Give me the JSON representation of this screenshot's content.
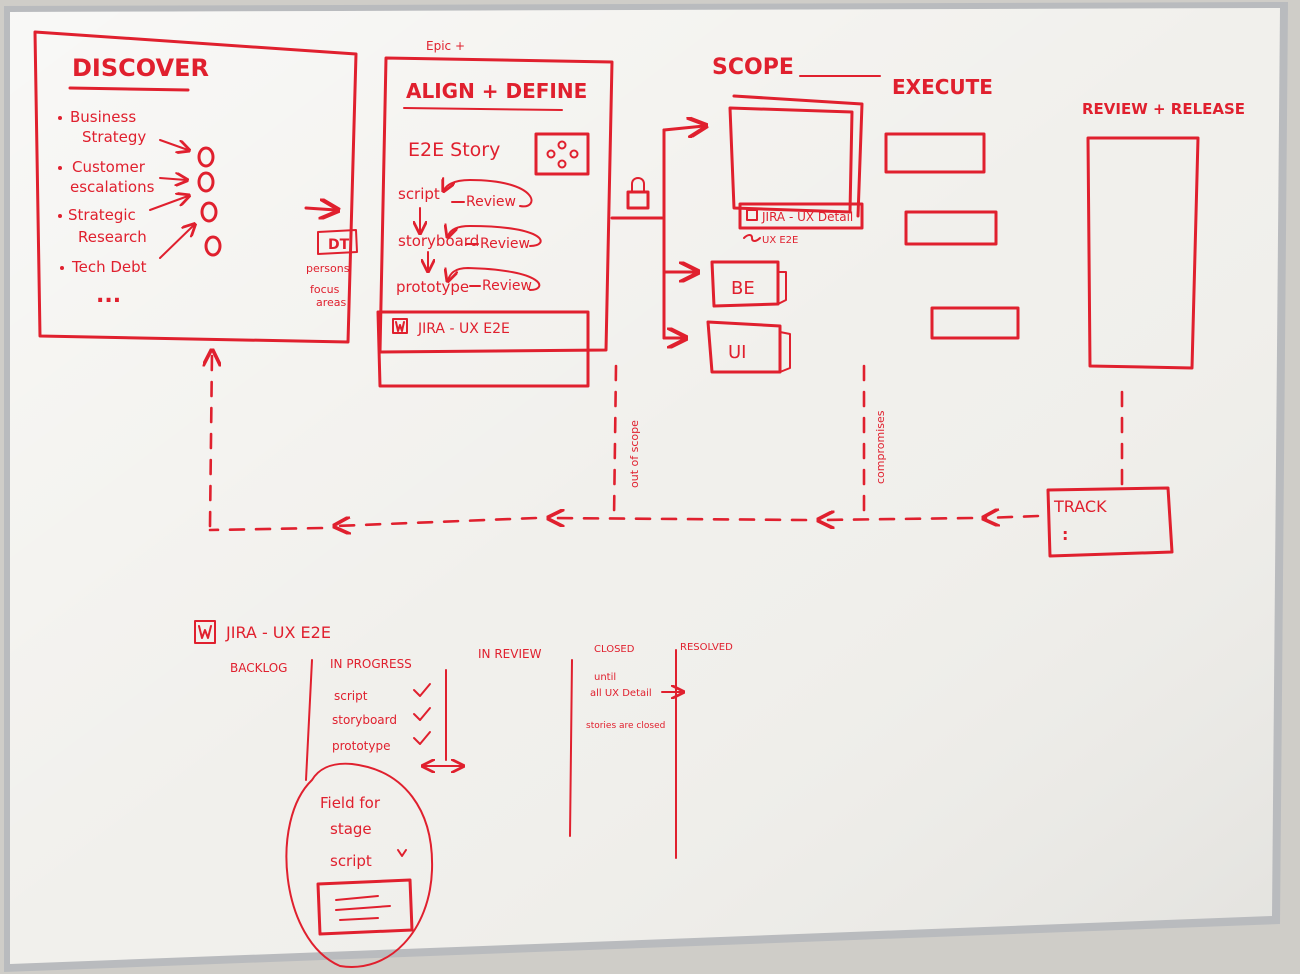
{
  "whiteboard": {
    "ink_color": "#e0202e",
    "board_color": "#f1f0ec",
    "frame_color": "#b9bbbe",
    "wall_color": "#cfcdc8",
    "discover": {
      "title": "DISCOVER",
      "items": [
        "Business",
        "Strategy",
        "Customer",
        "escalations",
        "Strategic",
        "Research",
        "Tech Debt"
      ],
      "ellipsis": "..."
    },
    "dt": {
      "label": "DT",
      "notes": [
        "persons",
        "focus",
        "areas"
      ]
    },
    "align": {
      "epic": "Epic +",
      "title": "ALIGN + DEFINE",
      "story": "E2E Story",
      "steps": [
        "script",
        "storyboard",
        "prototype"
      ],
      "review": "Review",
      "jira": "JIRA - UX E2E"
    },
    "scope": {
      "title": "SCOPE",
      "jira_detail": "JIRA - UX Detail",
      "ux_e2e": "UX E2E",
      "be": "BE",
      "ui": "UI"
    },
    "execute": {
      "title": "EXECUTE"
    },
    "release": {
      "title": "REVIEW + RELEASE"
    },
    "track": {
      "title": "TRACK",
      "dots": ":"
    },
    "feedback": {
      "out_of_scope": "out of scope",
      "compromises": "compromises"
    },
    "jira_board": {
      "title": "JIRA - UX E2E",
      "columns": [
        "BACKLOG",
        "IN PROGRESS",
        "IN REVIEW",
        "CLOSED",
        "RESOLVED"
      ],
      "in_progress_items": [
        "script",
        "storyboard",
        "prototype"
      ],
      "closed_note": [
        "until",
        "all UX Detail",
        "stories are closed"
      ],
      "field_note": [
        "Field for",
        "stage",
        "script"
      ]
    }
  }
}
